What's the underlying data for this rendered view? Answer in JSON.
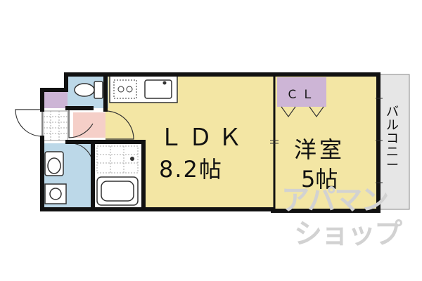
{
  "floorplan": {
    "rooms": {
      "ldk": {
        "name": "ＬＤＫ",
        "size": "8.2帖"
      },
      "bedroom": {
        "name": "洋室",
        "size": "5帖"
      },
      "closet": {
        "label": "ＣＬ"
      },
      "balcony": {
        "label": "バルコニー"
      }
    },
    "colors": {
      "ldk": "#f3e6a4",
      "bedroom": "#f3e6a4",
      "closet": "#cdb5d6",
      "wet_area": "#bcd8e8",
      "entrance_floor": "#f5cfc8",
      "toilet_corner": "#cdb5d6",
      "balcony": "#e6e6e6",
      "wall": "#111111"
    },
    "watermark": {
      "line1": "アパマン",
      "line2": "ショップ"
    }
  }
}
